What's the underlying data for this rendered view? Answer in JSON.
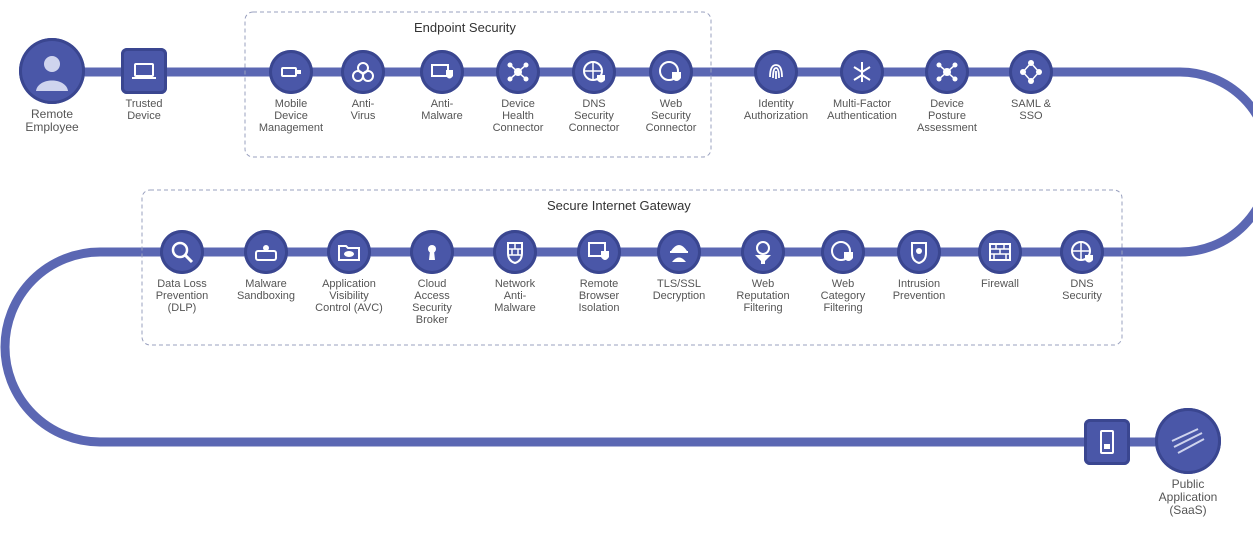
{
  "groups": {
    "endpoint": "Endpoint Security",
    "gateway": "Secure Internet Gateway"
  },
  "start": {
    "remote_employee": "Remote\nEmployee",
    "trusted_device": "Trusted\nDevice"
  },
  "endpoint_items": [
    {
      "label": "Mobile\nDevice\nManagement",
      "icon": "usb-device-icon"
    },
    {
      "label": "Anti-\nVirus",
      "icon": "biohazard-icon"
    },
    {
      "label": "Anti-\nMalware",
      "icon": "laptop-shield-icon"
    },
    {
      "label": "Device\nHealth\nConnector",
      "icon": "network-hub-icon"
    },
    {
      "label": "DNS\nSecurity\nConnector",
      "icon": "dns-globe-shield-icon"
    },
    {
      "label": "Web\nSecurity\nConnector",
      "icon": "globe-shield-icon"
    }
  ],
  "access_items": [
    {
      "label": "Identity\nAuthorization",
      "icon": "fingerprint-icon"
    },
    {
      "label": "Multi-Factor\nAuthentication",
      "icon": "split-arrows-icon"
    },
    {
      "label": "Device\nPosture\nAssessment",
      "icon": "network-hub-icon"
    },
    {
      "label": "SAML &\nSSO",
      "icon": "network-nodes-icon"
    }
  ],
  "gateway_items": [
    {
      "label": "Data Loss\nPrevention\n(DLP)",
      "icon": "dlp-magnifier-icon"
    },
    {
      "label": "Malware\nSandboxing",
      "icon": "sandbox-icon"
    },
    {
      "label": "Application\nVisibility\nControl (AVC)",
      "icon": "app-folder-icon"
    },
    {
      "label": "Cloud\nAccess\nSecurity\nBroker",
      "icon": "keyhole-icon"
    },
    {
      "label": "Network\nAnti-\nMalware",
      "icon": "brick-shield-icon"
    },
    {
      "label": "Remote\nBrowser\nIsolation",
      "icon": "browser-shield-icon"
    },
    {
      "label": "TLS/SSL\nDecryption",
      "icon": "hacker-icon"
    },
    {
      "label": "Web\nReputation\nFiltering",
      "icon": "globe-funnel-icon"
    },
    {
      "label": "Web\nCategory\nFiltering",
      "icon": "globe-shield-icon"
    },
    {
      "label": "Intrusion\nPrevention",
      "icon": "shield-target-icon"
    },
    {
      "label": "Firewall",
      "icon": "firewall-icon"
    },
    {
      "label": "DNS\nSecurity",
      "icon": "dns-globe-shield-icon"
    }
  ],
  "end": {
    "public_app": "Public\nApplication\n(SaaS)",
    "server_icon": "server-lock-icon"
  },
  "colors": {
    "path": "#5b67b3",
    "node": "#4a57a8",
    "box_border": "#9aa1bf"
  }
}
